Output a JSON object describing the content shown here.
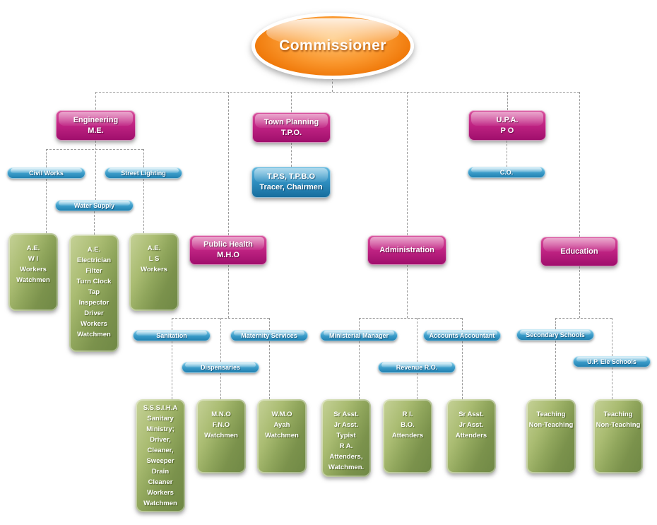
{
  "chart": {
    "type": "org-chart",
    "root": {
      "label": "Commissioner"
    },
    "level1": {
      "engineering": {
        "lines": [
          "Engineering",
          "M.E."
        ]
      },
      "town_planning": {
        "lines": [
          "Town Planning",
          "T.P.O."
        ]
      },
      "upa": {
        "lines": [
          "U.P.A.",
          "P O"
        ]
      },
      "public_health": {
        "lines": [
          "Public Health",
          "M.H.O"
        ]
      },
      "administration": {
        "lines": [
          "Administration"
        ]
      },
      "education": {
        "lines": [
          "Education"
        ]
      }
    },
    "level2": {
      "civil_works": {
        "label": "Civil Works"
      },
      "street_lighting": {
        "label": "Street Lighting"
      },
      "water_supply": {
        "label": "Water Supply"
      },
      "tps_tpbo": {
        "lines": [
          "T.P.S, T.P.B.O",
          "Tracer, Chairmen"
        ]
      },
      "co": {
        "label": "C.O."
      },
      "sanitation": {
        "label": "Sanitation"
      },
      "maternity_services": {
        "label": "Maternity Services"
      },
      "dispensaries": {
        "label": "Dispensaries"
      },
      "ministerial_manager": {
        "label": "Ministerial Manager"
      },
      "accounts_accountant": {
        "label": "Accounts Accountant"
      },
      "revenue_ro": {
        "label": "Revenue R.O."
      },
      "secondary_schools": {
        "label": "Secondary Schools"
      },
      "up_ele_schools": {
        "label": "U.P. Ele Schools"
      }
    },
    "staff": {
      "ae_wi": {
        "lines": [
          "A.E.",
          "W I",
          "Workers",
          "Watchmen"
        ]
      },
      "ae_electrician": {
        "lines": [
          "A.E.",
          "Electrician",
          "Filter",
          "Turn Clock",
          "Tap",
          "Inspector",
          "Driver",
          "Workers",
          "Watchmen"
        ]
      },
      "ae_ls": {
        "lines": [
          "A.E.",
          "L S",
          "Workers"
        ]
      },
      "sssiha": {
        "lines": [
          "S.S.S.I.H.A",
          "Sanitary",
          "Ministry;",
          "Driver,",
          "Cleaner,",
          "Sweeper",
          "Drain",
          "Cleaner",
          "Workers",
          "Watchmen"
        ]
      },
      "mno_fno": {
        "lines": [
          "M.N.O",
          "F.N.O",
          "Watchmen"
        ]
      },
      "wmo_ayah": {
        "lines": [
          "W.M.O",
          "Ayah",
          "Watchmen"
        ]
      },
      "ministerial_staff": {
        "lines": [
          "Sr Asst.",
          "Jr Asst.",
          "Typist",
          "R A.",
          "Attenders,",
          "Watchmen."
        ]
      },
      "revenue_staff": {
        "lines": [
          "R I.",
          "B.O.",
          "Attenders"
        ]
      },
      "accounts_staff": {
        "lines": [
          "Sr Asst.",
          "Jr Asst.",
          "Attenders"
        ]
      },
      "secondary_staff": {
        "lines": [
          "Teaching",
          "Non-Teaching"
        ]
      },
      "up_ele_staff": {
        "lines": [
          "Teaching",
          "Non-Teaching"
        ]
      }
    },
    "colors": {
      "commissioner_orange": "#f6891f",
      "department_magenta": "#b8157a",
      "section_blue": "#2e8fc0",
      "staff_green": "#8aa254",
      "connector_gray": "#9a9a9a"
    }
  }
}
